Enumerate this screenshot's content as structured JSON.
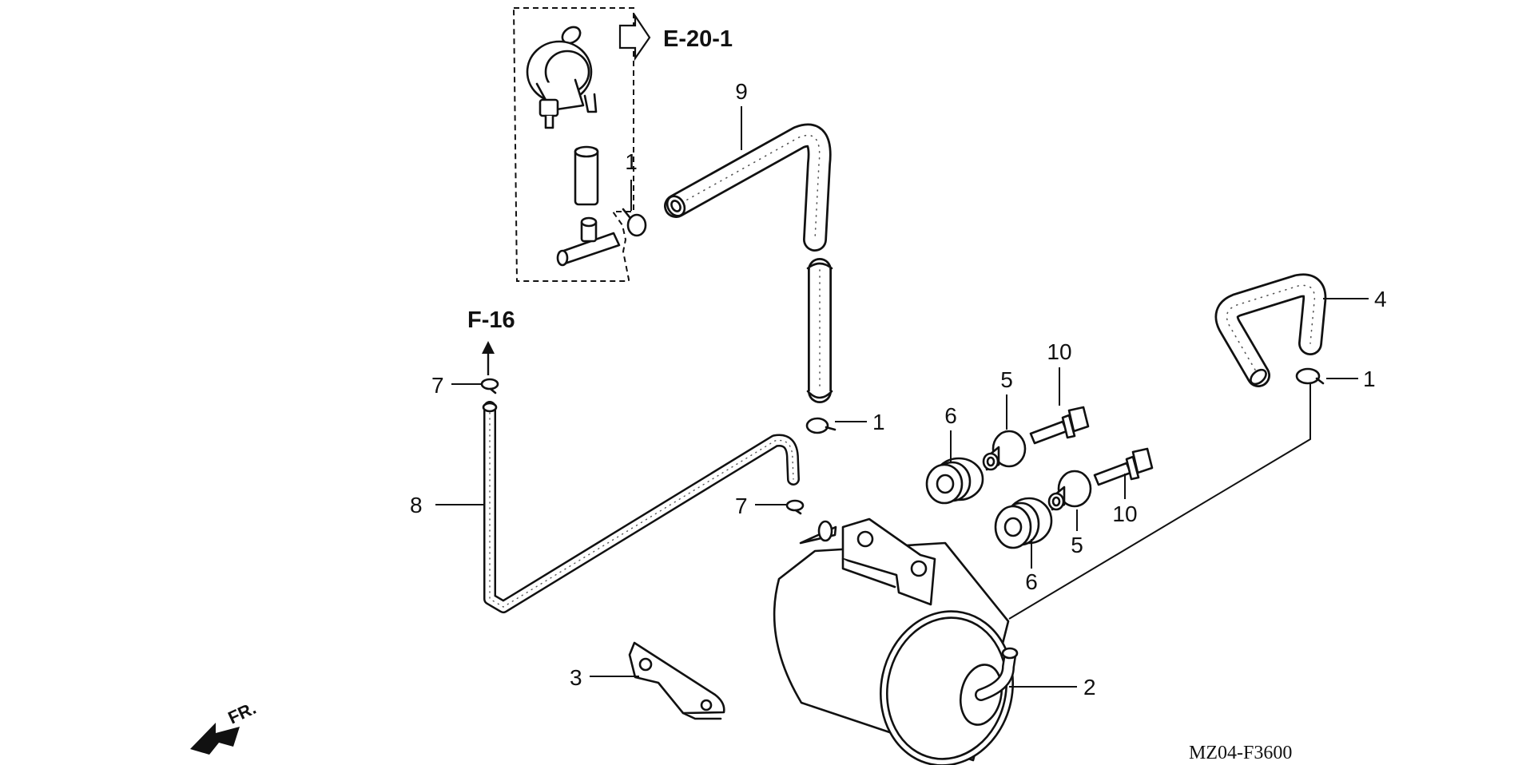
{
  "diagram_code": "MZ04-F3600",
  "references": {
    "upper": "E-20-1",
    "left": "F-16"
  },
  "direction_label": "FR.",
  "callouts": {
    "c1_top": "1",
    "c1_mid": "1",
    "c1_right": "1",
    "c2": "2",
    "c3": "3",
    "c4": "4",
    "c5_top": "5",
    "c5_bottom": "5",
    "c6_top": "6",
    "c6_bottom": "6",
    "c7_top": "7",
    "c7_mid": "7",
    "c8": "8",
    "c9": "9",
    "c10_top": "10",
    "c10_bottom": "10"
  }
}
